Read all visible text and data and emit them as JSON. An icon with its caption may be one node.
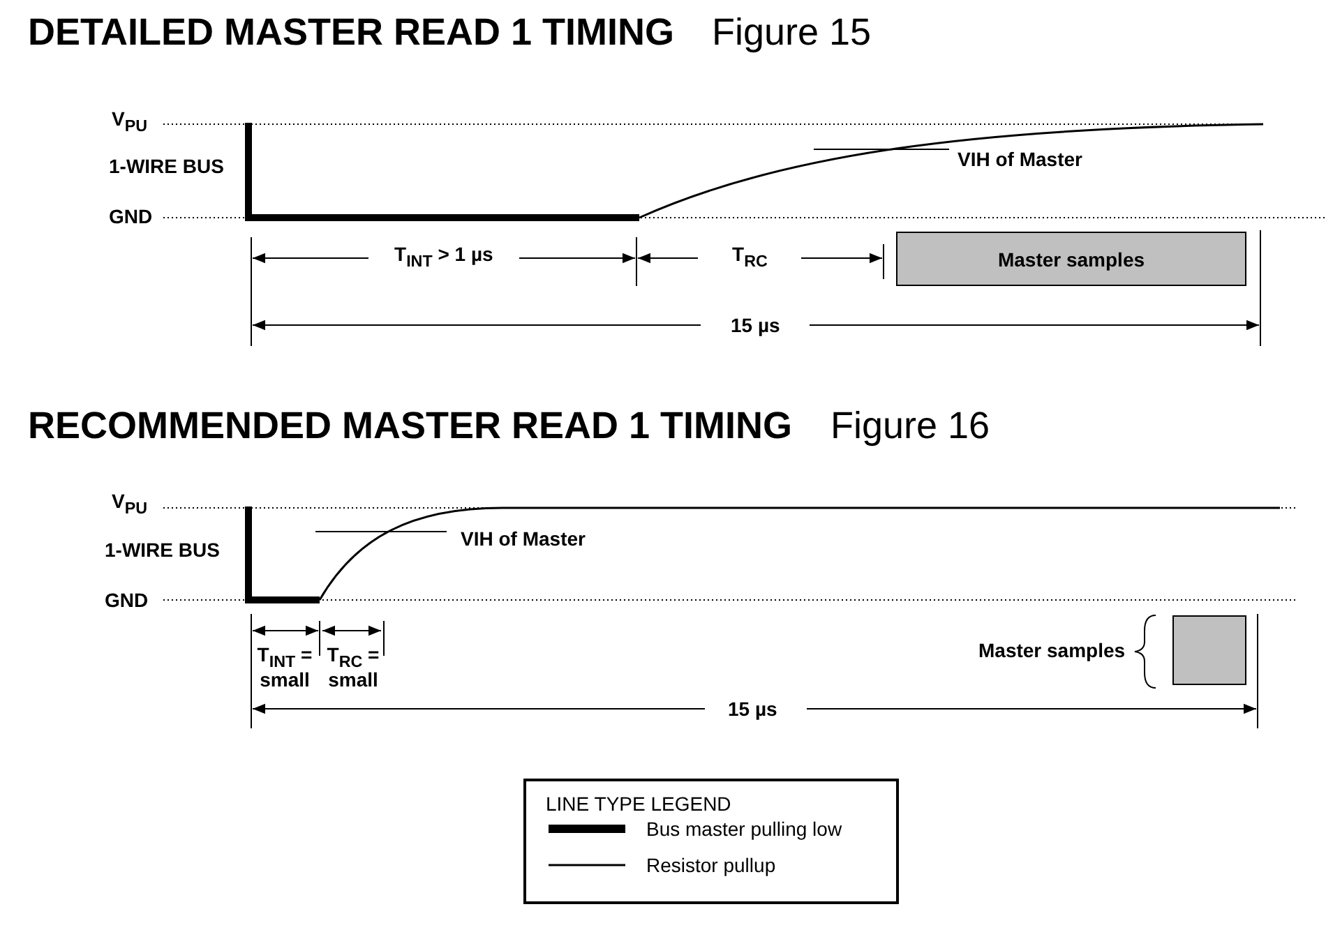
{
  "diagram": {
    "nodes": [
      {
        "text": [
          "Master samples"
        ]
      },
      {
        "text": [],
        "shape": "box",
        "beside": [
          "Master samples"
        ]
      }
    ],
    "edges": [],
    "labels": [
      "DETAILED MASTER READ 1 TIMING",
      "Figure 15",
      "V$_{PU}$",
      "1-WIRE BUS",
      "GND",
      "VIH of Master",
      "T$_{INT}$ > 1 µs",
      "T$_{RC}$",
      "15 µs",
      "RECOMMENDED MASTER READ 1 TIMING",
      "Figure 16",
      "V$_{PU}$",
      "1-WIRE BUS",
      "GND",
      "VIH of Master",
      "T$_{INT}$ = small",
      "T$_{RC}$ = small",
      "15 µs",
      "LINE TYPE LEGEND"
    ],
    "legend": [
      {
        "text": "Bus master pulling low"
      },
      {
        "text": "Resistor pullup"
      }
    ]
  }
}
